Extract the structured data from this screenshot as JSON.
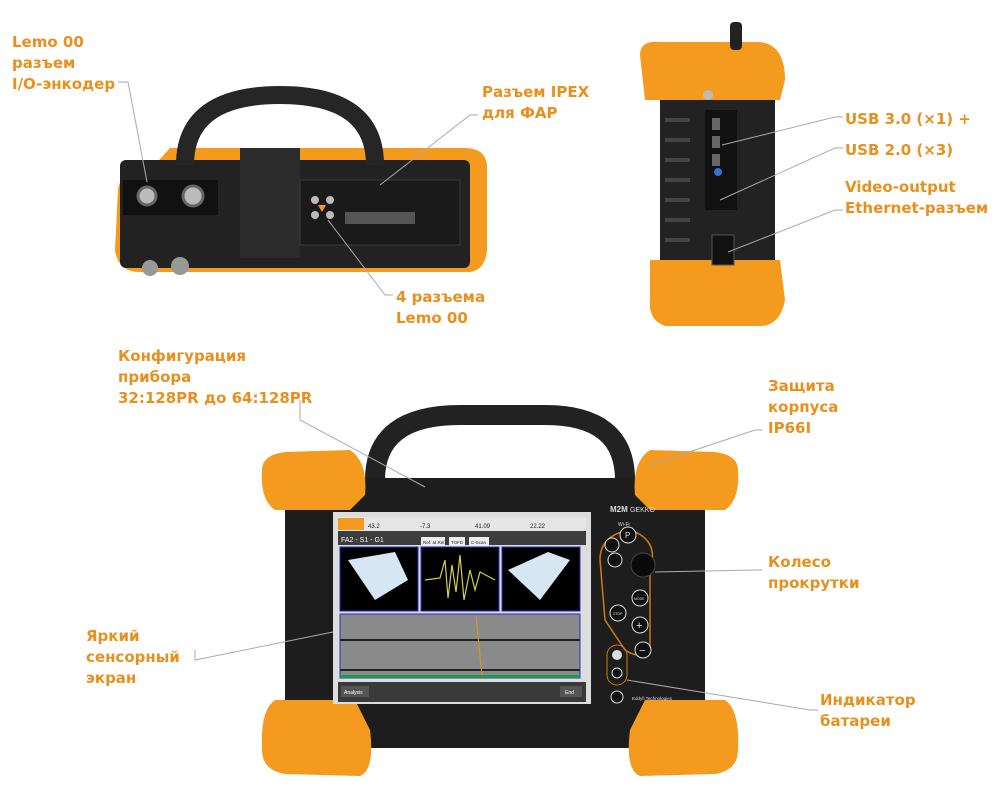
{
  "colors": {
    "accent": "#e8901e",
    "body": "#1c1c1c",
    "bumper": "#f39a1f"
  },
  "labels": {
    "lemo_io": [
      "Lemo 00",
      "разъем",
      "I/O-энкодер"
    ],
    "ipex": [
      "Разъем IPEX",
      "для ФАР"
    ],
    "lemo4": [
      "4 разъема",
      "Lemo 00"
    ],
    "usb": [
      "USB 3.0 (×1) +",
      "USB 2.0 (×3)"
    ],
    "video": [
      "Video-output",
      "Ethernet-разъем"
    ],
    "config": [
      "Конфигурация",
      "прибора",
      "32:128PR до 64:128PR"
    ],
    "protection": [
      "Защита",
      "корпуса",
      "IP66I"
    ],
    "wheel": [
      "Колесо",
      "прокрутки"
    ],
    "screen": [
      "Яркий",
      "сенсорный",
      "экран"
    ],
    "battery": [
      "Индикатор",
      "батареи"
    ]
  },
  "device": {
    "brand": "M2M",
    "model": "GEKKO",
    "wifi": "Wi-Fi",
    "screen_title": "FA2 - S1 - G1",
    "tabs": [
      "Ref. at Ref.",
      "TOFD",
      "C-Scan"
    ],
    "analysis_button": "Analysis",
    "end_button": "End",
    "buttons": {
      "p": "P",
      "stop": "STOP",
      "mode": "MODE",
      "plus": "+",
      "minus": "−"
    },
    "readings": [
      "43.2",
      "-7.3",
      "41.09",
      "22.22"
    ],
    "vendor": "Eddyfi Technologies"
  }
}
